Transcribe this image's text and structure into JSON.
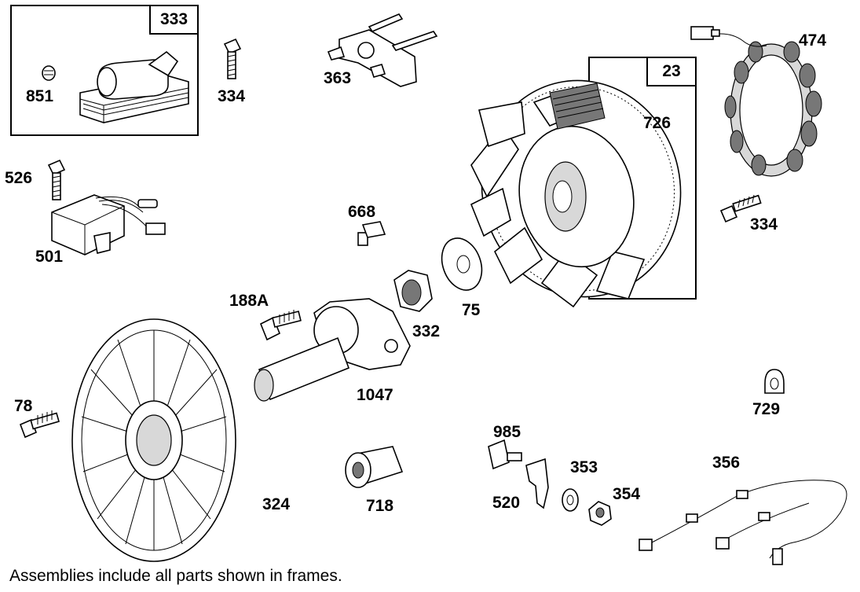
{
  "footer_note": "Assemblies include all parts shown in frames.",
  "frames": {
    "f333": "333",
    "f23": "23"
  },
  "labels": {
    "p851": "851",
    "p334a": "334",
    "p363": "363",
    "p474": "474",
    "p726": "726",
    "p526": "526",
    "p501": "501",
    "p668": "668",
    "p334b": "334",
    "p188A": "188A",
    "p332": "332",
    "p75": "75",
    "p1047": "1047",
    "p78": "78",
    "p324": "324",
    "p718": "718",
    "p985": "985",
    "p520": "520",
    "p353": "353",
    "p354": "354",
    "p356": "356",
    "p729": "729"
  }
}
